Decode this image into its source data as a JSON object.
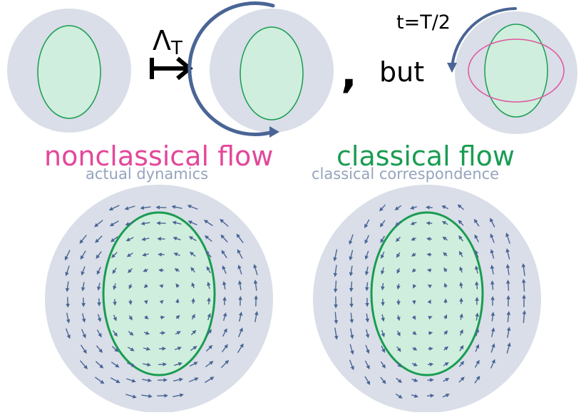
{
  "operator": {
    "symbol": "Λ",
    "subscript": "T"
  },
  "comma": ",",
  "but_label": "but",
  "time_label": "t=T/2",
  "nonclassical": {
    "title": "nonclassical flow",
    "subtitle": "actual dynamics",
    "title_color": "#e3479a"
  },
  "classical": {
    "title": "classical flow",
    "subtitle": "classical correspondence",
    "title_color": "#1a9c52"
  },
  "colors": {
    "disk": "#d9dee8",
    "ellipse_fill": "#cfeedd",
    "ellipse_stroke": "#1a9c52",
    "rotated_ellipse_stroke": "#e0559f",
    "arrow": "#4a6595",
    "subtitle": "#95a4bd"
  }
}
